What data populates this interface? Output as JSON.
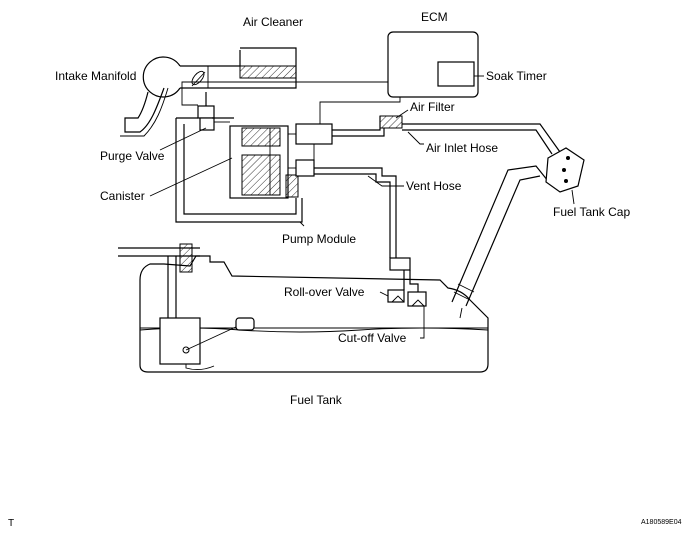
{
  "labels": {
    "air_cleaner": "Air Cleaner",
    "ecm": "ECM",
    "intake_manifold": "Intake Manifold",
    "soak_timer": "Soak Timer",
    "air_filter": "Air Filter",
    "purge_valve": "Purge Valve",
    "air_inlet_hose": "Air Inlet Hose",
    "canister": "Canister",
    "vent_hose": "Vent Hose",
    "fuel_tank_cap": "Fuel Tank Cap",
    "pump_module": "Pump Module",
    "rollover_valve": "Roll-over Valve",
    "cutoff_valve": "Cut-off Valve",
    "fuel_tank": "Fuel Tank"
  },
  "footer": {
    "left_mark": "T",
    "figure_code": "A180589E04"
  }
}
